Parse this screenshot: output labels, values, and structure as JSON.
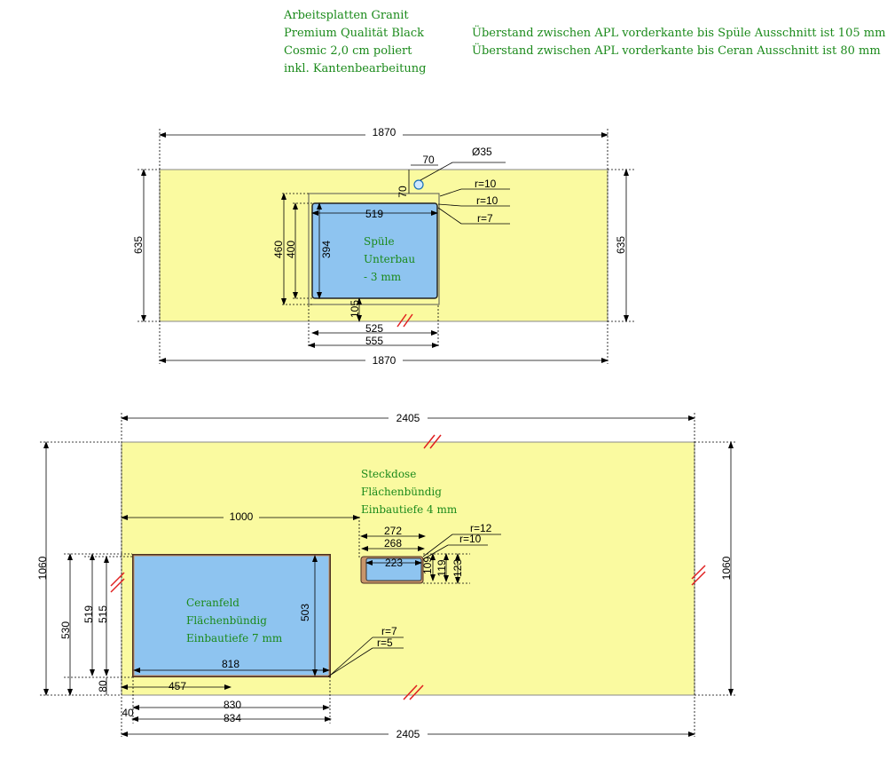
{
  "header": {
    "material_lines": [
      "Arbeitsplatten Granit",
      "Premium Qualität Black",
      "Cosmic 2,0 cm poliert",
      "inkl. Kantenbearbeitung"
    ],
    "overhang_lines": [
      "Überstand zwischen APL vorderkante bis Spüle Ausschnitt ist 105 mm",
      "Überstand zwischen APL vorderkante bis Ceran Ausschnitt ist 80 mm"
    ]
  },
  "plate1": {
    "width_top": "1870",
    "width_bottom": "1870",
    "depth_left": "635",
    "depth_right": "635",
    "hole_offset": "70",
    "hole_diameter": "Ø35",
    "hole_back": "70",
    "radius_a": "r=10",
    "radius_b": "r=10",
    "radius_c": "r=7",
    "sink_inner_width": "519",
    "sink_inner_depth": "394",
    "sink_outer_depth_a": "460",
    "sink_outer_depth_b": "400",
    "sink_front": "105",
    "sink_width_a": "525",
    "sink_width_b": "555",
    "sink_label": [
      "Spüle",
      "Unterbau",
      "- 3 mm"
    ]
  },
  "plate2": {
    "width_top": "2405",
    "width_bottom": "2405",
    "depth_left": "1060",
    "depth_right": "1060",
    "socket_offset": "1000",
    "socket_label": [
      "Steckdose",
      "Flächenbündig",
      "Einbautiefe 4 mm"
    ],
    "socket_w_a": "272",
    "socket_w_b": "268",
    "socket_w_c": "223",
    "socket_r_a": "r=12",
    "socket_r_b": "r=10",
    "socket_h_a": "109",
    "socket_h_b": "119",
    "socket_h_c": "123",
    "hob_label": [
      "Ceranfeld",
      "Flächenbündig",
      "Einbautiefe 7 mm"
    ],
    "hob_inner_width": "818",
    "hob_inner_depth": "503",
    "hob_depth_a": "530",
    "hob_depth_b": "519",
    "hob_depth_c": "515",
    "hob_front": "80",
    "hob_offset": "457",
    "hob_side": "40",
    "hob_w_a": "830",
    "hob_w_b": "834",
    "hob_r_a": "r=7",
    "hob_r_b": "r=5"
  },
  "colors": {
    "plate": "#fafaa0",
    "cutout": "#8ec4f0",
    "rim": "#c8956a",
    "dim_line": "#000000",
    "note": "#1b8a1b",
    "break_mark": "#e02020"
  }
}
